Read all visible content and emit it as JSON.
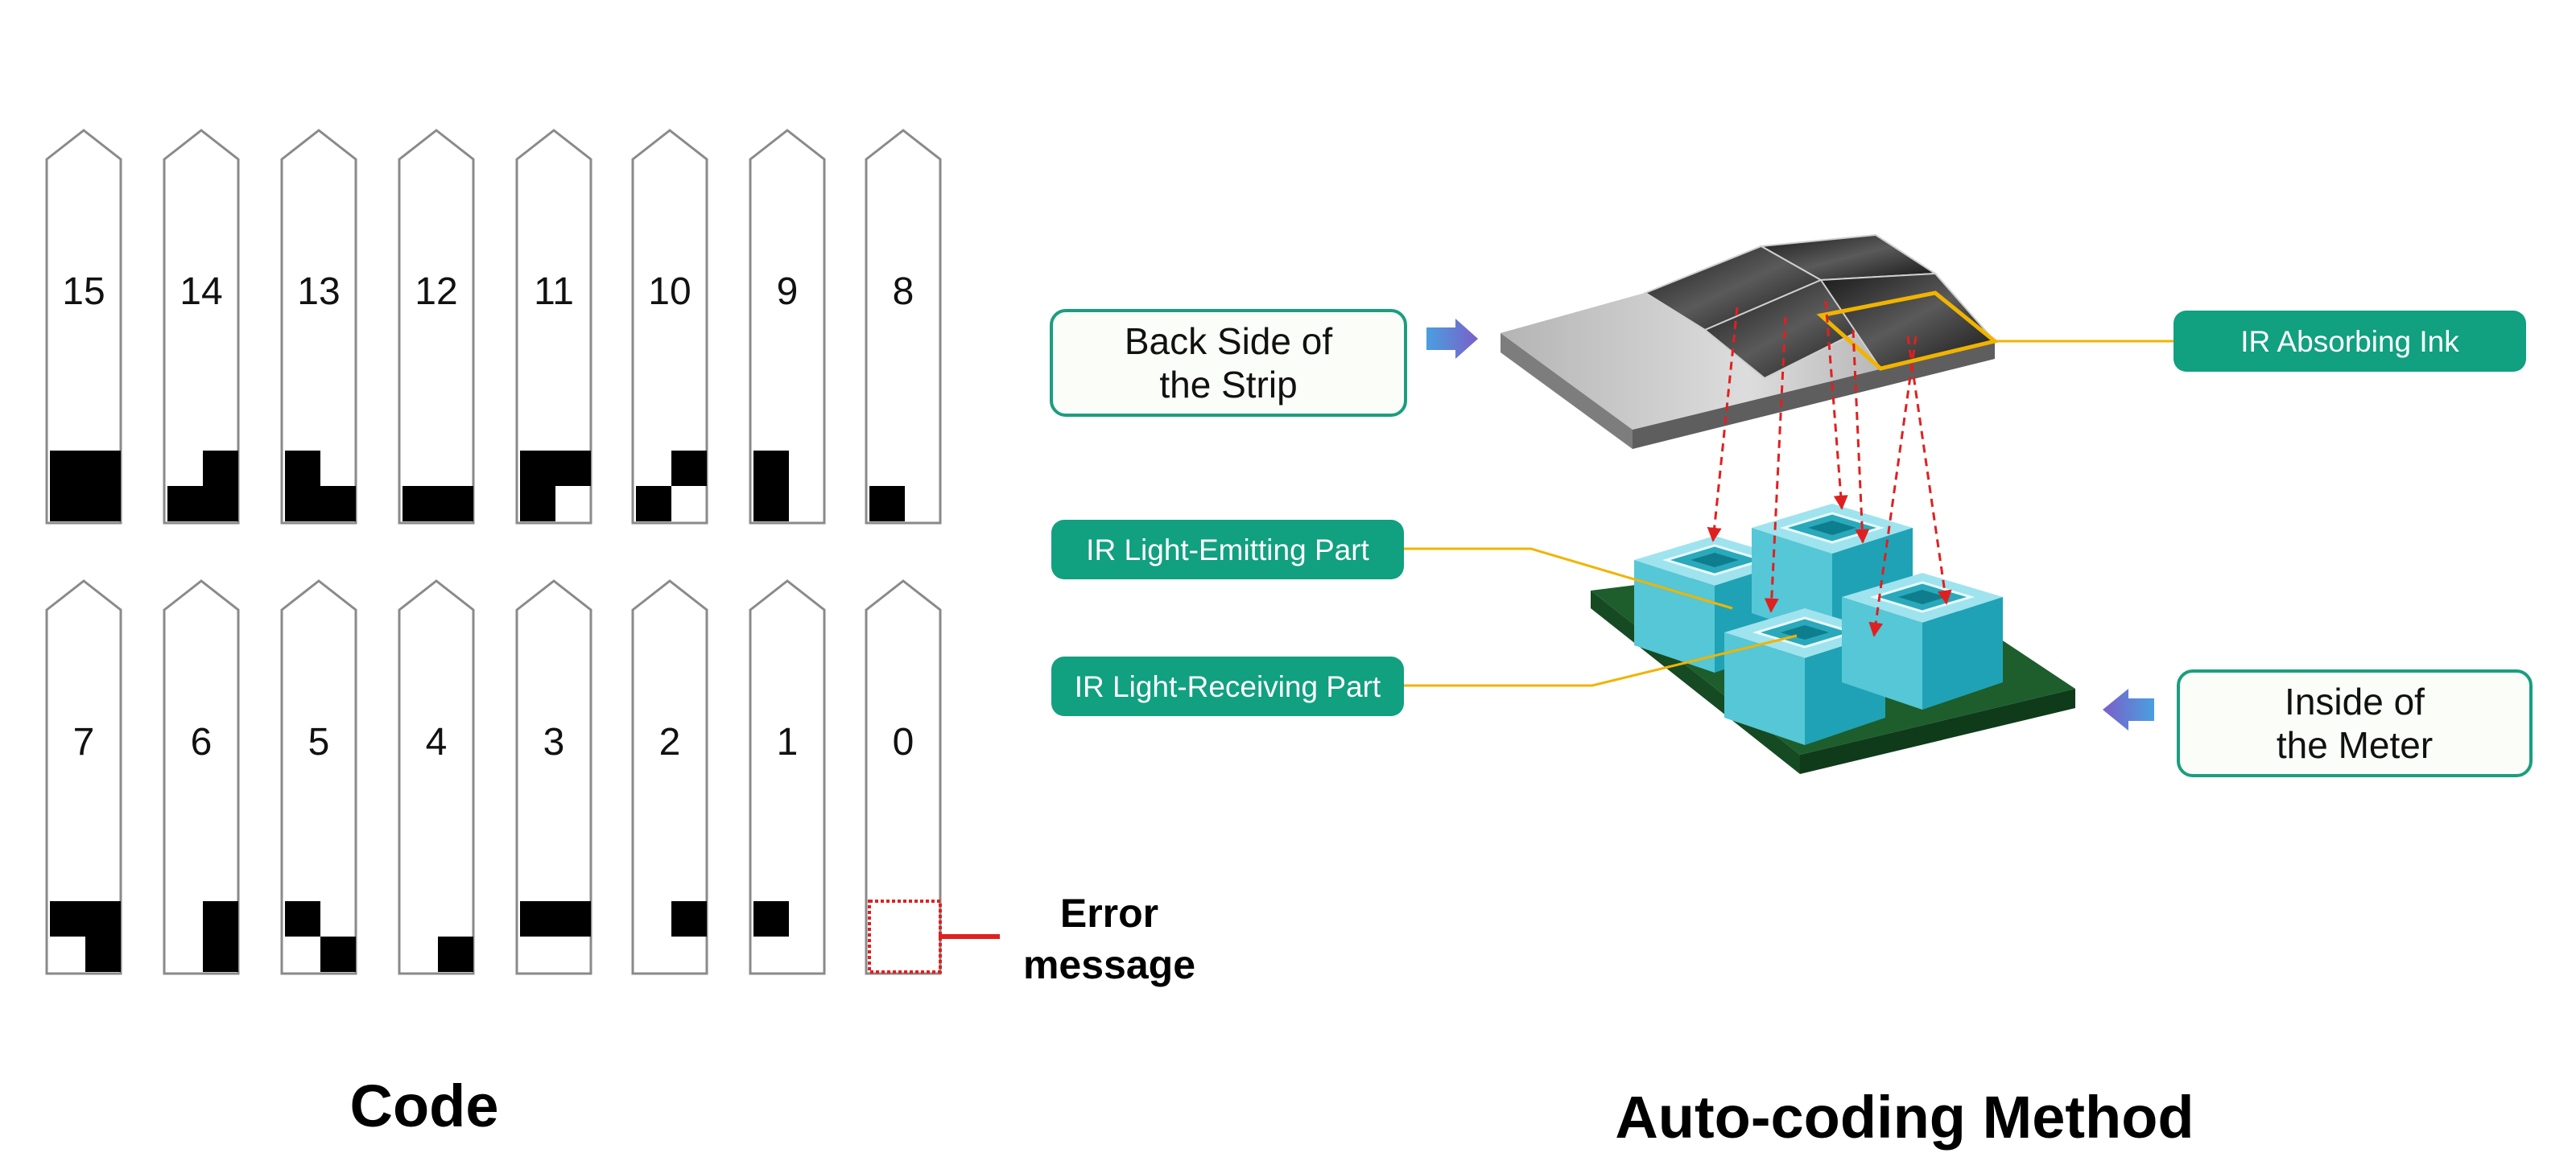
{
  "code_panel": {
    "title": "Code",
    "error_label_line1": "Error",
    "error_label_line2": "message",
    "strips": [
      {
        "label": "15",
        "cells": [
          1,
          1,
          1,
          1
        ]
      },
      {
        "label": "14",
        "cells": [
          0,
          1,
          1,
          1
        ]
      },
      {
        "label": "13",
        "cells": [
          1,
          0,
          1,
          1
        ]
      },
      {
        "label": "12",
        "cells": [
          0,
          0,
          1,
          1
        ]
      },
      {
        "label": "11",
        "cells": [
          1,
          1,
          1,
          0
        ]
      },
      {
        "label": "10",
        "cells": [
          0,
          1,
          1,
          0
        ]
      },
      {
        "label": "9",
        "cells": [
          1,
          0,
          1,
          0
        ]
      },
      {
        "label": "8",
        "cells": [
          0,
          0,
          1,
          0
        ]
      },
      {
        "label": "7",
        "cells": [
          1,
          1,
          0,
          1
        ]
      },
      {
        "label": "6",
        "cells": [
          0,
          1,
          0,
          1
        ]
      },
      {
        "label": "5",
        "cells": [
          1,
          0,
          0,
          1
        ]
      },
      {
        "label": "4",
        "cells": [
          0,
          0,
          0,
          1
        ]
      },
      {
        "label": "3",
        "cells": [
          1,
          1,
          0,
          0
        ]
      },
      {
        "label": "2",
        "cells": [
          0,
          1,
          0,
          0
        ]
      },
      {
        "label": "1",
        "cells": [
          1,
          0,
          0,
          0
        ]
      },
      {
        "label": "0",
        "cells": [
          0,
          0,
          0,
          0
        ],
        "error": true
      }
    ]
  },
  "method_panel": {
    "title": "Auto-coding Method",
    "back_side_line1": "Back Side of",
    "back_side_line2": "the Strip",
    "inside_line1": "Inside of",
    "inside_line2": "the Meter",
    "ir_absorbing_ink": "IR Absorbing Ink",
    "ir_emitting": "IR Light-Emitting Part",
    "ir_receiving": "IR Light-Receiving Part"
  },
  "colors": {
    "pill_green": "#11a080",
    "box_border_green": "#1a9e7e",
    "error_red": "#e02020",
    "ink_outline": "#f0b400",
    "sensor_cyan": "#3fbfd0",
    "board_green": "#1d5e2c",
    "arrow_blue": "#6a6fc8"
  }
}
